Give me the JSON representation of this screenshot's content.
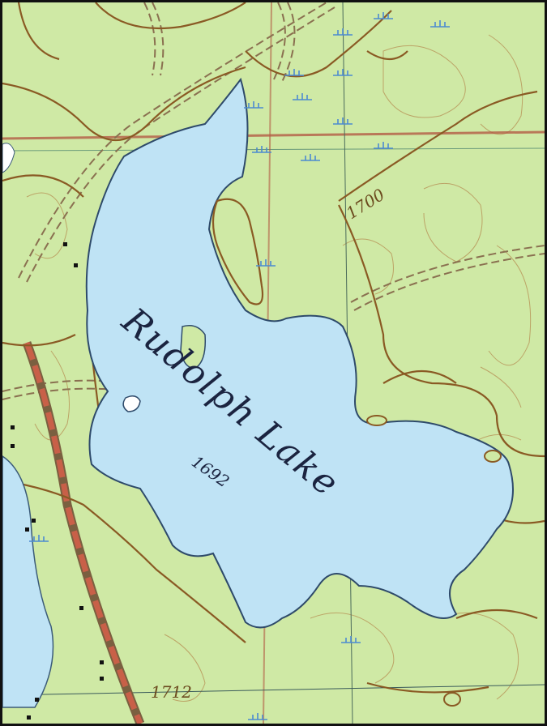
{
  "map": {
    "type": "topographic",
    "colors": {
      "land": "#cfe9a5",
      "water": "#bfe3f5",
      "contour": "#8a5a24",
      "road": "#9a7a50",
      "highway": "#b0553a",
      "grid": "#b35b45",
      "marsh": "#4c8ad0",
      "text": "#1b2440"
    },
    "labels": {
      "lake_name": "Rudolph Lake",
      "lake_elevation": "1692",
      "contour_1700": "1700",
      "contour_1712": "1712"
    },
    "symbols": [
      "marsh-symbol",
      "building-dot",
      "double-dashed-road",
      "range-line"
    ]
  }
}
